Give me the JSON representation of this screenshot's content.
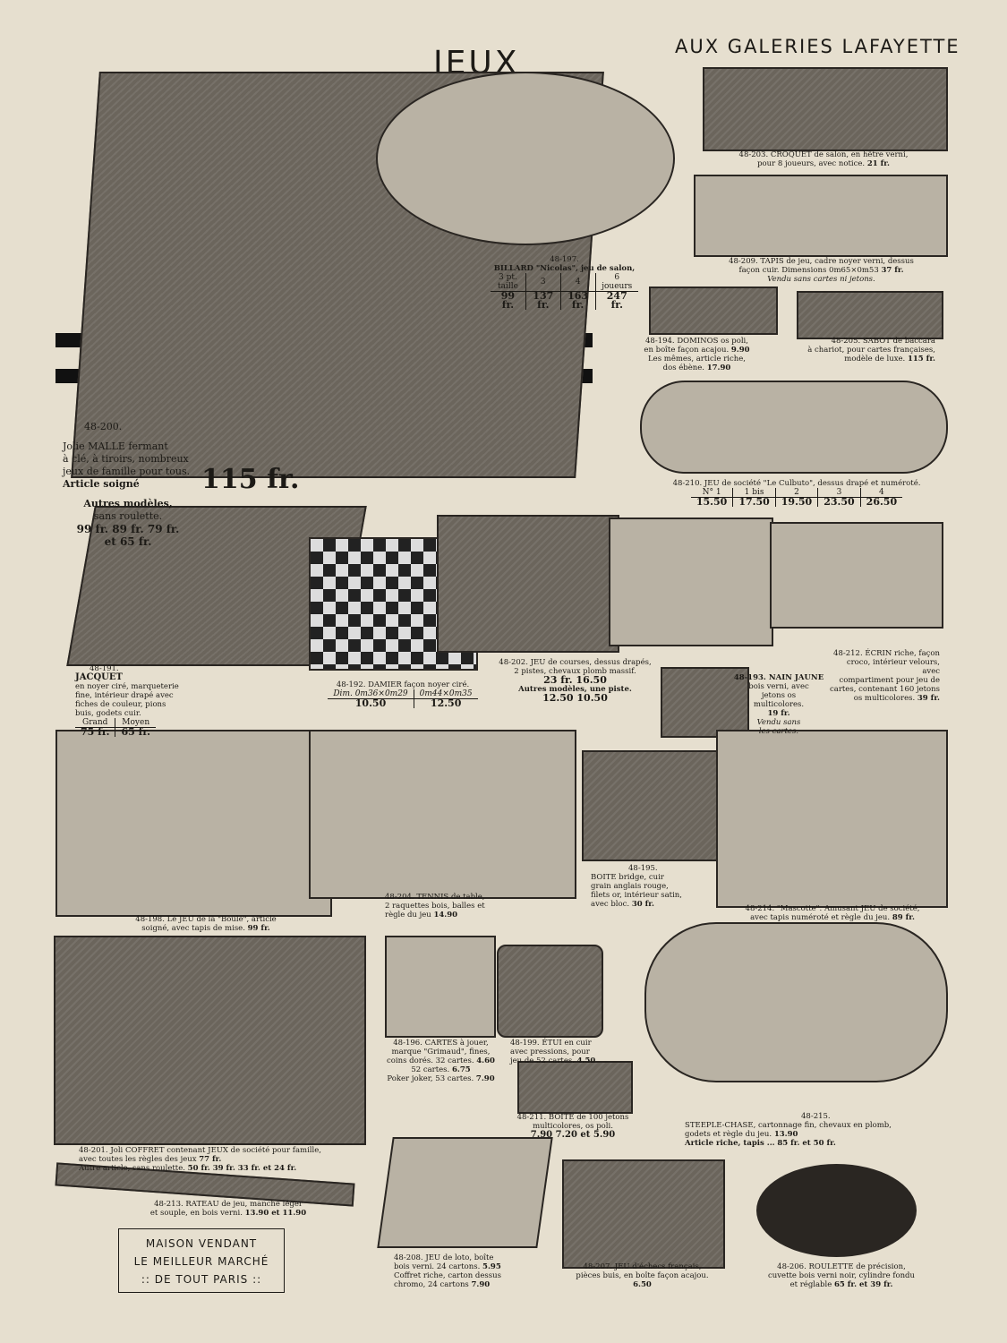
{
  "header": {
    "title": "JEUX",
    "store": "AUX GALERIES LAFAYETTE"
  },
  "items": {
    "malle": {
      "number": "48-200.",
      "line1": "Jolie MALLE fermant",
      "line2": "à clé, à tiroirs, nombreux",
      "line3": "jeux de famille pour tous.",
      "line4": "Article soigné",
      "price": "115 fr.",
      "other_title": "Autres modèles,",
      "other_sub": "sans roulette.",
      "other_prices": "99 fr. 89 fr. 79 fr.",
      "other_last": "et 65 fr."
    },
    "billard": {
      "number": "48-197.",
      "desc": "BILLARD \"Nicolas\", jeu de salon,",
      "headers": [
        "3 pt. taille",
        "3",
        "4",
        "6 joueurs"
      ],
      "prices": [
        "99 fr.",
        "137 fr.",
        "163 fr.",
        "247 fr."
      ]
    },
    "croquet": {
      "line1": "48-203. CROQUET de salon, en hêtre verni,",
      "line2": "pour 8 joueurs, avec notice.",
      "price": "21 fr."
    },
    "tapis": {
      "line1": "48-209. TAPIS de jeu, cadre noyer verni, dessus",
      "line2": "façon cuir. Dimensions 0m65×0m53",
      "price": "37 fr.",
      "line3": "Vendu sans cartes ni jetons."
    },
    "dominos": {
      "line1": "48-194. DOMINOS os poli,",
      "line2": "en boîte façon acajou.",
      "price": "9.90",
      "line3": "Les mêmes, article riche,",
      "line4": "dos ébène.",
      "price2": "17.90"
    },
    "sabot": {
      "line1": "48-205. SABOT de baccara",
      "line2": "à chariot, pour cartes françaises,",
      "line3": "modèle de luxe.",
      "price": "115 fr."
    },
    "culbuto": {
      "desc": "48-210. JEU de société \"Le Culbuto\", dessus drapé et numéroté.",
      "headers": [
        "N° 1",
        "1 bis",
        "2",
        "3",
        "4"
      ],
      "prices": [
        "15.50",
        "17.50",
        "19.50",
        "23.50",
        "26.50"
      ]
    },
    "jacquet": {
      "number": "48-191.",
      "title": "JACQUET",
      "lines": [
        "en noyer ciré, marqueterie",
        "fine, intérieur drapé avec",
        "fiches de couleur, pions",
        "buis, godets cuir."
      ],
      "headers": [
        "Grand",
        "Moyen"
      ],
      "prices": [
        "75 fr.",
        "65 fr."
      ]
    },
    "damier": {
      "desc": "48-192. DAMIER façon noyer ciré.",
      "headers": [
        "Dim. 0m36×0m29",
        "0m44×0m35"
      ],
      "prices": [
        "10.50",
        "12.50"
      ]
    },
    "courses": {
      "lines": [
        "48-202. JEU de courses, dessus drapés,",
        "2 pistes, chevaux plomb massif."
      ],
      "prices": "23 fr.   16.50",
      "other": "Autres modèles, une piste.",
      "other_prices": "12.50   10.50"
    },
    "nain_jaune": {
      "lines": [
        "48-193. NAIN JAUNE",
        "bois verni, avec",
        "jetons os",
        "multicolores."
      ],
      "price": "19 fr.",
      "note1": "Vendu sans",
      "note2": "les cartes."
    },
    "ecrin": {
      "lines": [
        "48-212. ÉCRIN riche, façon",
        "croco, intérieur velours, avec",
        "compartiment pour jeu de",
        "cartes, contenant 160 jetons"
      ],
      "line5": "os multicolores.",
      "price": "39 fr."
    },
    "boule": {
      "lines": [
        "48-198. Le JEU de la \"Boule\", article",
        "soigné, avec tapis de mise."
      ],
      "price": "99 fr."
    },
    "tennis": {
      "lines": [
        "48-204. TENNIS de table,",
        "2 raquettes bois, balles et",
        "règle du jeu"
      ],
      "price": "14.90"
    },
    "boite_bridge": {
      "lines": [
        "48-195.",
        "BOITE bridge, cuir",
        "grain anglais rouge,",
        "filets or, intérieur satin,",
        "avec bloc."
      ],
      "price": "30 fr."
    },
    "mascotte": {
      "lines": [
        "48-214. \"Mascotte\". Amusant JEU de société,",
        "avec tapis numéroté et règle du jeu."
      ],
      "price": "89 fr."
    },
    "coffret": {
      "lines": [
        "48-201. Joli COFFRET contenant JEUX de société pour famille,",
        "avec toutes les règles des jeux"
      ],
      "price": "77 fr.",
      "other": "Autre article, sans roulette.",
      "other_prices": "50 fr.  39 fr.  33 fr.  et  24 fr."
    },
    "cartes": {
      "lines": [
        "48-196. CARTES à jouer,",
        "marque \"Grimaud\", fines,",
        "coins dorés. 32 cartes."
      ],
      "price1": "4.60",
      "line4": "52 cartes.",
      "price2": "6.75",
      "line5": "Poker joker, 53 cartes.",
      "price3": "7.90"
    },
    "etui": {
      "lines": [
        "48-199. ÉTUI en cuir",
        "avec pressions, pour",
        "jeu de 52 cartes."
      ],
      "price": "4.50"
    },
    "steeple": {
      "number": "48-215.",
      "lines": [
        "STEEPLE-CHASE, cartonnage fin, chevaux en plomb,",
        "godets et règle du jeu."
      ],
      "price": "13.90",
      "line3": "Article riche, tapis ...",
      "price2": "85 fr. et 50 fr."
    },
    "boite_jetons": {
      "lines": [
        "48-211. BOITE de 100 jetons",
        "multicolores, os poli."
      ],
      "prices": "7.90    7.20    et    5.90"
    },
    "rateau": {
      "lines": [
        "48-213. RATEAU de jeu, manche léger",
        "et souple, en bois verni."
      ],
      "prices": "13.90  et  11.90"
    },
    "loto": {
      "lines": [
        "48-208. JEU de loto, boîte",
        "bois verni. 24 cartons."
      ],
      "price": "5.95",
      "line3": "Coffret riche, carton dessus",
      "line4": "chromo, 24 cartons",
      "price2": "7.90"
    },
    "echecs": {
      "lines": [
        "48-207. JEU d'échecs français,",
        "pièces buis, en boîte façon acajou."
      ],
      "price": "6.50"
    },
    "roulette": {
      "lines": [
        "48-206. ROULETTE de précision,",
        "cuvette bois verni noir, cylindre fondu",
        "et réglable"
      ],
      "price": "65 fr. et 39 fr."
    }
  },
  "stamp": {
    "line1": "MAISON VENDANT",
    "line2": "LE MEILLEUR MARCHÉ",
    "line3": ":: DE TOUT PARIS ::"
  }
}
